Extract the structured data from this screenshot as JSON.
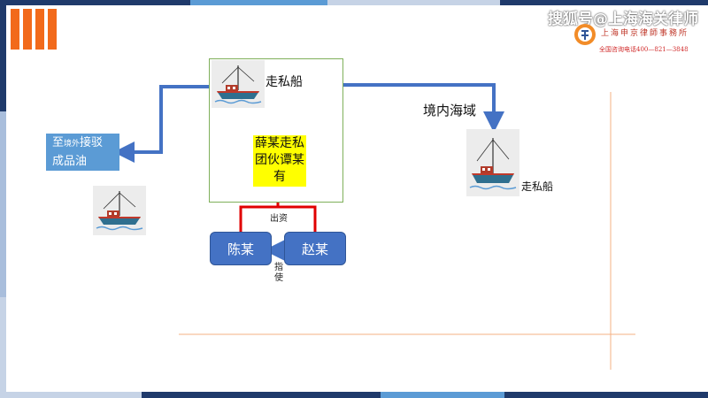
{
  "labels": {
    "smuggling_top": "走私船",
    "domestic_waters": "境内海域",
    "smuggling_right": "走私船",
    "transfer_line1_a": "至",
    "transfer_line1_small": "境外",
    "transfer_line1_b": "接驳",
    "transfer_line2": "成品油",
    "gang": "薛某走私团伙谭某有",
    "chen": "陈某",
    "zhao": "赵某",
    "invest": "出资",
    "instruct_1": "指",
    "instruct_2": "使"
  },
  "watermark": {
    "title": "搜狐号@上海海关律师",
    "firm": "上海申京律師事務所",
    "phone": "全国咨询电话400—821—3848"
  },
  "colors": {
    "orange_stripes": "#f26a1b",
    "arrow_blue": "#4472c4",
    "arrow_red": "#e00000",
    "box_blue": "#5b9bd5",
    "highlight": "#ffff00",
    "frame_green": "#7fb05a"
  }
}
